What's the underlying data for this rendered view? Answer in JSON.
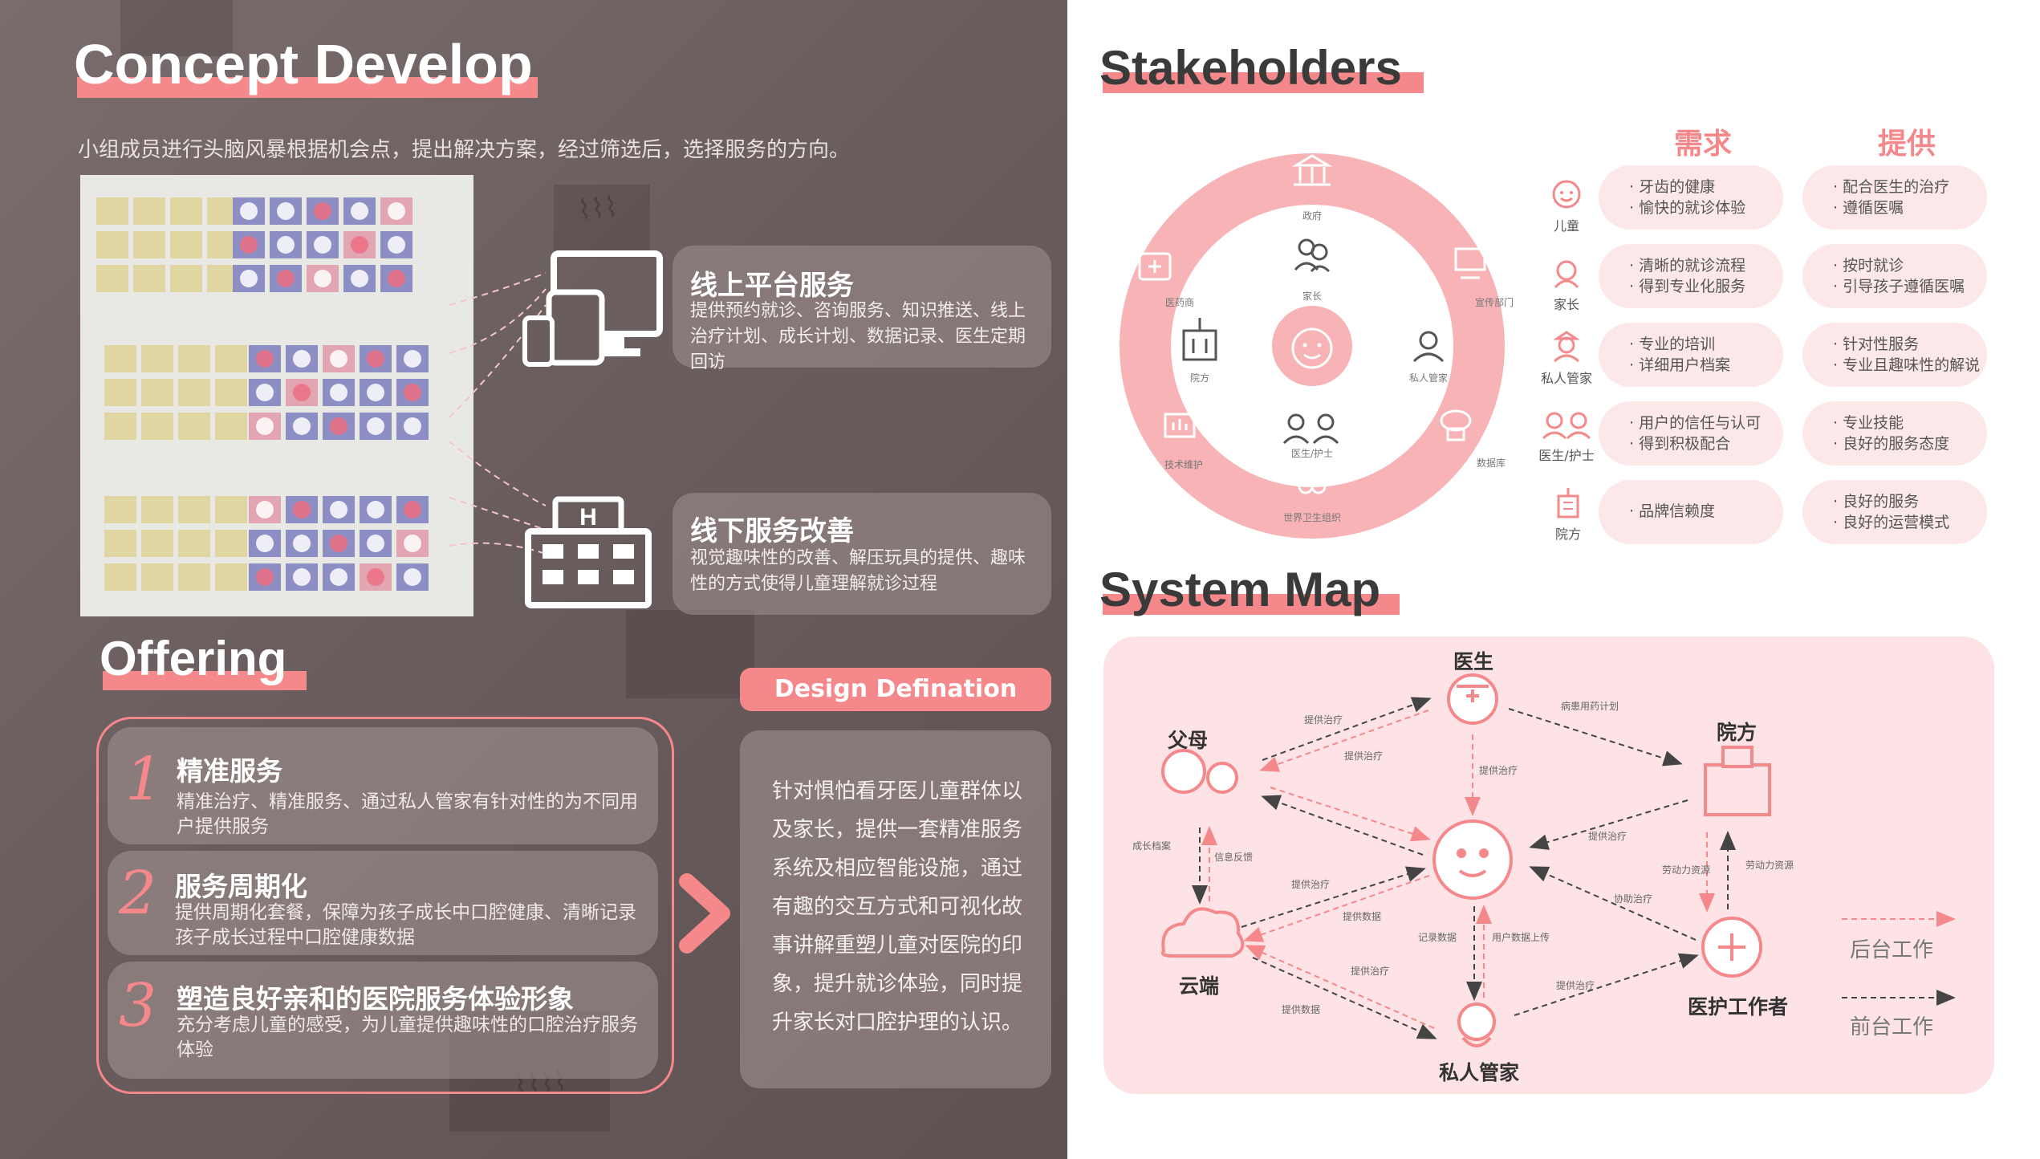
{
  "concept": {
    "title": "Concept Develop",
    "subtitle": "小组成员进行头脑风暴根据机会点，提出解决方案，经过筛选后，选择服务的方向。",
    "services": [
      {
        "title": "线上平台服务",
        "text": "提供预约就诊、咨询服务、知识推送、线上治疗计划、成长计划、数据记录、医生定期回访",
        "icon": "devices-icon"
      },
      {
        "title": "线下服务改善",
        "text": "视觉趣味性的改善、解压玩具的提供、趣味性的方式使得儿童理解就诊过程",
        "icon": "hospital-icon"
      }
    ]
  },
  "offering": {
    "title": "Offering",
    "items": [
      {
        "num": "1",
        "title": "精准服务",
        "text": "精准治疗、精准服务、通过私人管家有针对性的为不同用户提供服务"
      },
      {
        "num": "2",
        "title": "服务周期化",
        "text": "提供周期化套餐，保障为孩子成长中口腔健康、清晰记录孩子成长过程中口腔健康数据"
      },
      {
        "num": "3",
        "title": "塑造良好亲和的医院服务体验形象",
        "text": "充分考虑儿童的感受，为儿童提供趣味性的口腔治疗服务体验"
      }
    ]
  },
  "design_definition": {
    "label": "Design Defination",
    "text": "针对惧怕看牙医儿童群体以及家长，提供一套精准服务系统及相应智能设施，通过有趣的交互方式和可视化故事讲解重塑儿童对医院的印象，提升就诊体验，同时提升家长对口腔护理的认识。"
  },
  "stakeholders": {
    "title": "Stakeholders",
    "ring_outer": [
      "政府",
      "宣传部门",
      "数据库",
      "世界卫生组织",
      "技术维护",
      "医药商"
    ],
    "ring_inner": [
      "家长",
      "私人管家",
      "医生/护士",
      "院方"
    ],
    "col_need": "需求",
    "col_provide": "提供",
    "rows": [
      {
        "role": "儿童",
        "need": [
          "· 牙齿的健康",
          "· 愉快的就诊体验"
        ],
        "provide": [
          "· 配合医生的治疗",
          "· 遵循医嘱"
        ]
      },
      {
        "role": "家长",
        "need": [
          "· 清晰的就诊流程",
          "· 得到专业化服务"
        ],
        "provide": [
          "· 按时就诊",
          "· 引导孩子遵循医嘱"
        ]
      },
      {
        "role": "私人管家",
        "need": [
          "· 专业的培训",
          "· 详细用户档案"
        ],
        "provide": [
          "· 针对性服务",
          "· 专业且趣味性的解说"
        ]
      },
      {
        "role": "医生/护士",
        "need": [
          "· 用户的信任与认可",
          "· 得到积极配合"
        ],
        "provide": [
          "· 专业技能",
          "· 良好的服务态度"
        ]
      },
      {
        "role": "院方",
        "need": [
          "· 品牌信赖度"
        ],
        "provide": [
          "· 良好的服务",
          "· 良好的运营模式"
        ]
      }
    ]
  },
  "system_map": {
    "title": "System Map",
    "nodes": {
      "doctor": "医生",
      "parents": "父母",
      "hospital": "院方",
      "cloud": "云端",
      "worker": "医护工作者",
      "butler": "私人管家"
    },
    "edges": {
      "e1": "提供治疗",
      "e2": "提供治疗",
      "e3": "病患用药计划",
      "e4": "提供治疗",
      "e5": "成长档案",
      "e6": "信息反馈",
      "e7": "提供治疗",
      "e8": "提供数据",
      "e9": "提供治疗",
      "e10": "劳动力资源",
      "e11": "劳动力资源",
      "e12": "协助治疗",
      "e13": "记录数据",
      "e14": "用户数据上传",
      "e15": "提供治疗",
      "e16": "提供数据",
      "e17": "提供治疗"
    },
    "legend": {
      "back": "后台工作",
      "front": "前台工作"
    }
  },
  "colors": {
    "accent": "#f4888a",
    "pill_bg": "#fde8e9",
    "map_bg": "#fde3e5",
    "dark_bg": "#6a5d5d"
  }
}
